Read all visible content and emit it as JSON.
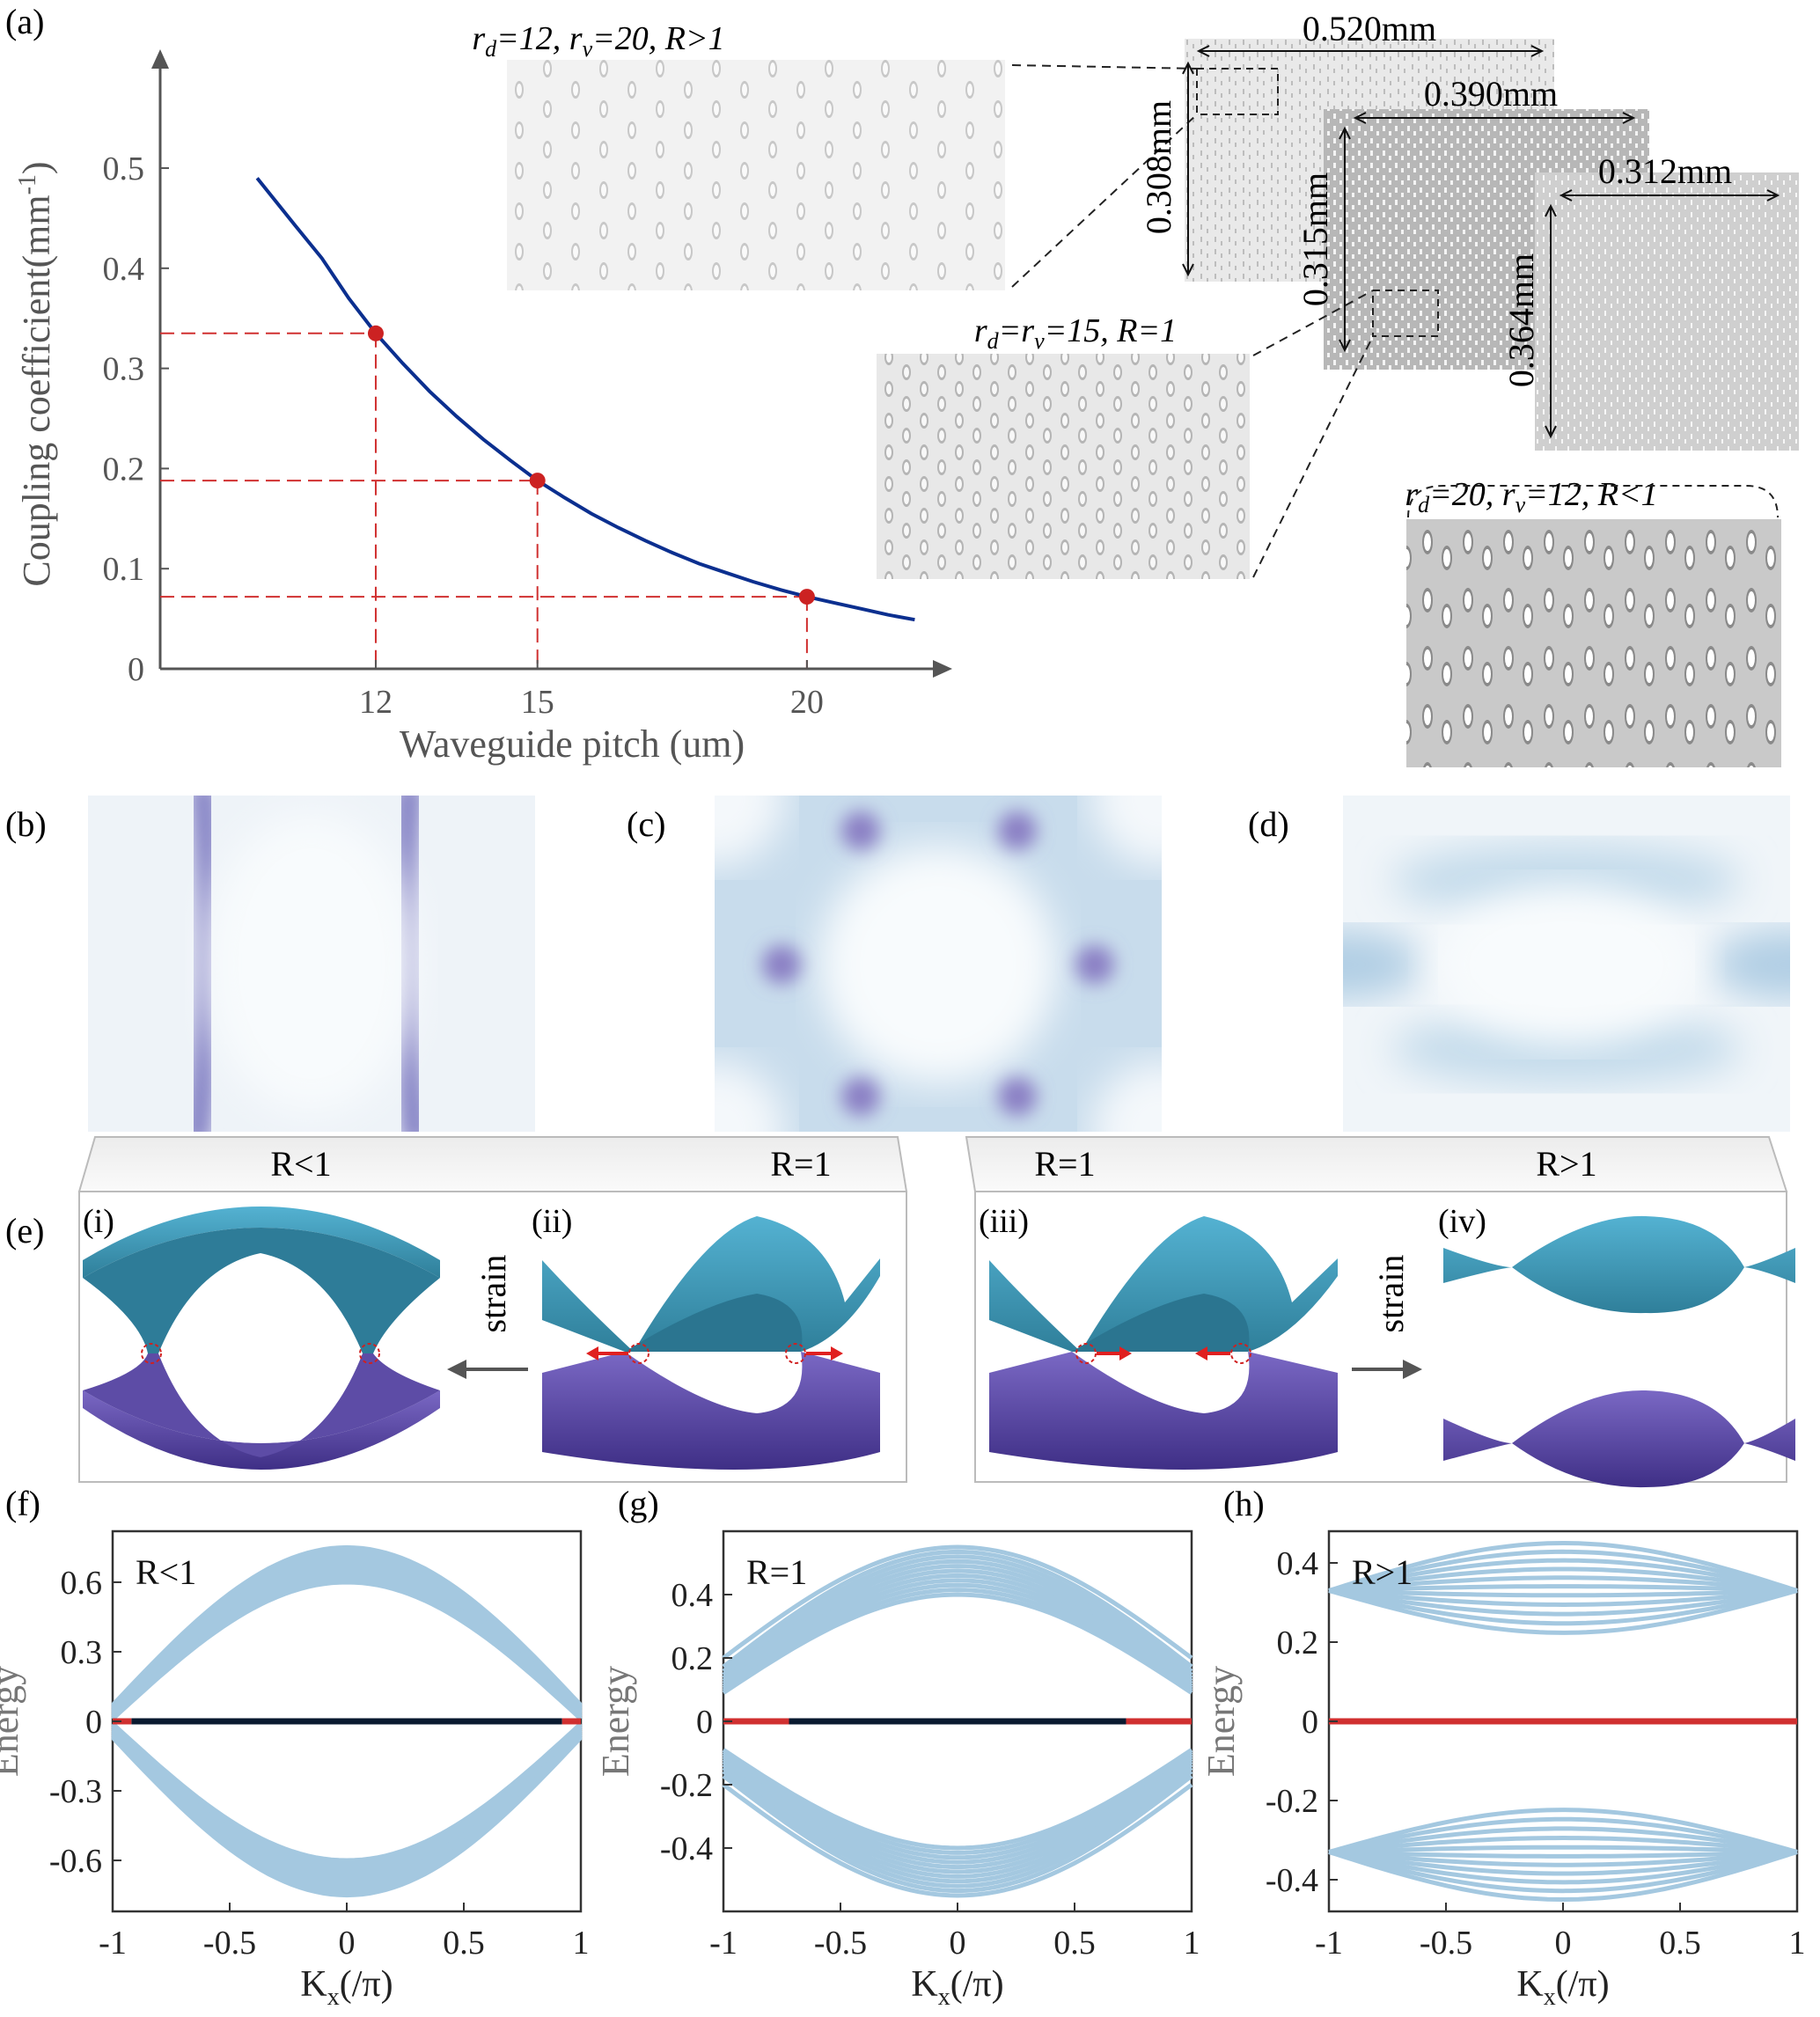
{
  "panel_labels": {
    "a": "(a)",
    "b": "(b)",
    "c": "(c)",
    "d": "(d)",
    "e": "(e)",
    "f": "(f)",
    "g": "(g)",
    "h": "(h)"
  },
  "panel_a": {
    "ylabel_main": "Coupling coefficient(mm",
    "ylabel_sup": "-1",
    "ylabel_close": ")",
    "xlabel": "Waveguide pitch (um)",
    "insets": {
      "top_rd": "12",
      "top_rv": "20",
      "top_R": "R>1",
      "mid_r": "15",
      "mid_R": "R=1",
      "bot_rd": "20",
      "bot_rv": "12",
      "bot_R": "R<1"
    },
    "dims": {
      "w1": "0.520mm",
      "h1": "0.308mm",
      "w2": "0.390mm",
      "h2": "0.315mm",
      "w3": "0.312mm",
      "h3": "0.364mm"
    }
  },
  "panel_e": {
    "labels": {
      "i": "(i)",
      "ii": "(ii)",
      "iii": "(iii)",
      "iv": "(iv)"
    },
    "tabs": [
      "R<1",
      "R=1",
      "R=1",
      "R>1"
    ],
    "strain": "strain"
  },
  "colors": {
    "curve": "#0b2f8f",
    "marker": "#cc2222",
    "guide": "#d03030",
    "band": "#a4c8e0",
    "edge_red": "#d03030",
    "edge_dark": "#0a1a30",
    "upper_band": "#4aa6c8",
    "lower_band": "#6a58b0"
  },
  "chart_data": [
    {
      "id": "a",
      "type": "line",
      "xlabel": "Waveguide pitch (um)",
      "ylabel": "Coupling coefficient(mm-1)",
      "xticks": [
        12,
        15,
        20
      ],
      "yticks": [
        0,
        0.1,
        0.2,
        0.3,
        0.4,
        0.5
      ],
      "ytick_labels": [
        "0",
        "0.1",
        "0.2",
        "0.3",
        "0.4",
        "0.5"
      ],
      "xlim": [
        8,
        22.5
      ],
      "ylim": [
        0,
        0.58
      ],
      "curve": {
        "x": [
          9.8,
          10.5,
          11,
          11.5,
          12,
          12.5,
          13,
          13.5,
          14,
          14.5,
          15,
          15.5,
          16,
          16.5,
          17,
          17.5,
          18,
          18.5,
          19,
          19.5,
          20,
          20.5,
          21,
          21.5,
          22
        ],
        "y": [
          0.49,
          0.443,
          0.41,
          0.37,
          0.335,
          0.305,
          0.277,
          0.252,
          0.229,
          0.208,
          0.188,
          0.171,
          0.155,
          0.141,
          0.128,
          0.116,
          0.105,
          0.096,
          0.087,
          0.079,
          0.072,
          0.066,
          0.06,
          0.054,
          0.049
        ]
      },
      "markers": [
        {
          "x": 12,
          "y": 0.335
        },
        {
          "x": 15,
          "y": 0.188
        },
        {
          "x": 20,
          "y": 0.072
        }
      ]
    },
    {
      "id": "f",
      "type": "line",
      "label": "R<1",
      "xlabel_main": "K",
      "xlabel_sub": "x",
      "xlabel_unit": "(/π)",
      "ylabel": "Energy",
      "xticks": [
        -1,
        -0.5,
        0,
        0.5,
        1
      ],
      "xtick_labels": [
        "-1",
        "-0.5",
        "0",
        "0.5",
        "1"
      ],
      "yticks": [
        0.6,
        0.3,
        0,
        -0.3,
        -0.6
      ],
      "ytick_labels": [
        "0.6",
        "0.3",
        "0",
        "-0.3",
        "-0.6"
      ],
      "xlim": [
        -1,
        1
      ],
      "ylim": [
        -0.82,
        0.82
      ],
      "bands": {
        "outer": 0.75,
        "inner": 0.6,
        "offset": 0.06,
        "n": 10,
        "shape": "cos"
      },
      "flat_band": {
        "dark": [
          -0.92,
          0.92
        ],
        "red": [
          [
            -1,
            -0.92
          ],
          [
            0.92,
            1
          ]
        ]
      }
    },
    {
      "id": "g",
      "type": "line",
      "label": "R=1",
      "xlabel_main": "K",
      "xlabel_sub": "x",
      "xlabel_unit": "(/π)",
      "ylabel": "Energy",
      "xticks": [
        -1,
        -0.5,
        0,
        0.5,
        1
      ],
      "xtick_labels": [
        "-1",
        "-0.5",
        "0",
        "0.5",
        "1"
      ],
      "yticks": [
        0.4,
        0.2,
        0,
        -0.2,
        -0.4
      ],
      "ytick_labels": [
        "0.4",
        "0.2",
        "0",
        "-0.2",
        "-0.4"
      ],
      "xlim": [
        -1,
        1
      ],
      "ylim": [
        -0.6,
        0.6
      ],
      "bands": {
        "outer": 0.55,
        "inner": 0.4,
        "edge": 0.2,
        "edge_inner": 0.09,
        "n": 11,
        "shape": "cos"
      },
      "flat_band": {
        "dark": [
          -0.72,
          0.72
        ],
        "red": [
          [
            -1,
            -0.72
          ],
          [
            0.72,
            1
          ]
        ]
      }
    },
    {
      "id": "h",
      "type": "line",
      "label": "R>1",
      "xlabel_main": "K",
      "xlabel_sub": "x",
      "xlabel_unit": "(/π)",
      "ylabel": "Energy",
      "xticks": [
        -1,
        -0.5,
        0,
        0.5,
        1
      ],
      "xtick_labels": [
        "-1",
        "-0.5",
        "0",
        "0.5",
        "1"
      ],
      "yticks": [
        0.4,
        0.2,
        0,
        -0.2,
        -0.4
      ],
      "ytick_labels": [
        "0.4",
        "0.2",
        "0",
        "-0.2",
        "-0.4"
      ],
      "xlim": [
        -1,
        1
      ],
      "ylim": [
        -0.48,
        0.48
      ],
      "bands": {
        "outer": 0.45,
        "inner": 0.2,
        "edge": 0.33,
        "n": 11,
        "shape": "lens"
      },
      "flat_band": {
        "red": [
          [
            -1,
            1
          ]
        ]
      }
    }
  ]
}
